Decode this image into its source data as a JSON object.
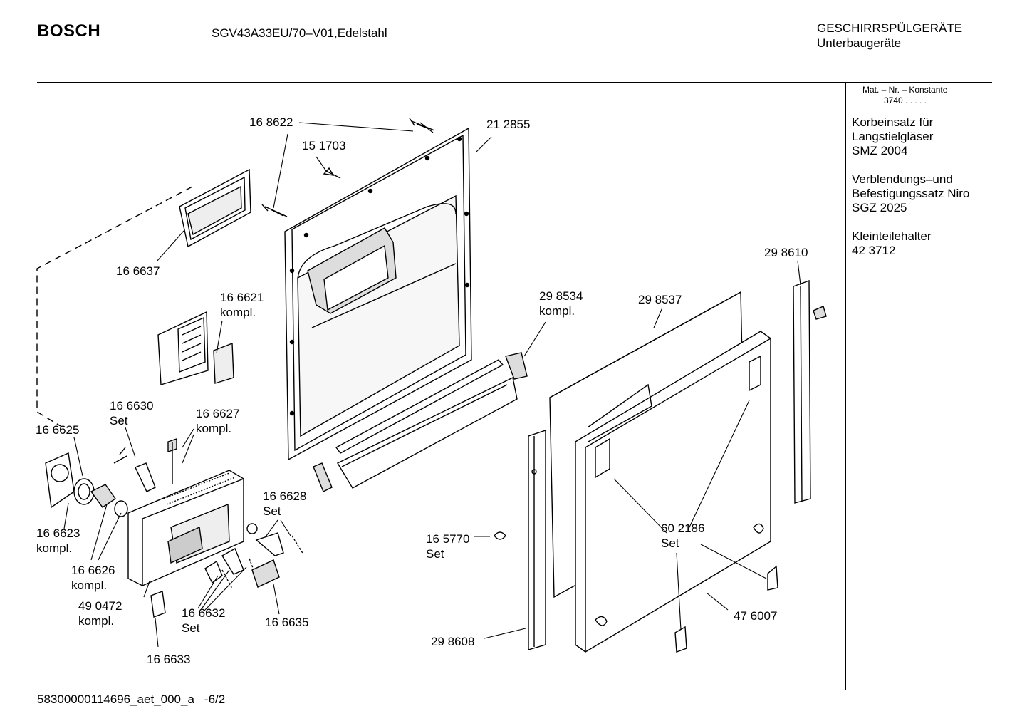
{
  "header": {
    "brand": "BOSCH",
    "model": "SGV43A33EU/70–V01,Edelstahl",
    "category_line1": "GESCHIRRSPÜLGERÄTE",
    "category_line2": "Unterbaugeräte"
  },
  "sidebar": {
    "konstante_label": "Mat. – Nr. – Konstante",
    "konstante_value": "3740  .  .  .  .  .",
    "accessories": [
      {
        "line1": "Korbeinsatz für",
        "line2": "Langstielgläser",
        "line3": "SMZ 2004"
      },
      {
        "line1": "Verblendungs–und",
        "line2": "Befestigungssatz Niro",
        "line3": "SGZ 2025"
      },
      {
        "line1": "Kleinteilehalter",
        "line2": "42 3712"
      }
    ]
  },
  "parts": {
    "p168622": "16 8622",
    "p151703": "15 1703",
    "p212855": "21 2855",
    "p166637": "16 6637",
    "p166621": "16 6621",
    "p166621b": "kompl.",
    "p298534": "29 8534",
    "p298534b": "kompl.",
    "p298537": "29 8537",
    "p298610": "29 8610",
    "p166630": "16 6630",
    "p166630b": "Set",
    "p166627": "16 6627",
    "p166627b": "kompl.",
    "p166625": "16 6625",
    "p166628": "16 6628",
    "p166628b": "Set",
    "p166623": "16 6623",
    "p166623b": "kompl.",
    "p166626": "16 6626",
    "p166626b": "kompl.",
    "p490472": "49 0472",
    "p490472b": "kompl.",
    "p166632": "16 6632",
    "p166632b": "Set",
    "p166635": "16 6635",
    "p166633": "16 6633",
    "p165770": "16 5770",
    "p165770b": "Set",
    "p602186": "60 2186",
    "p602186b": "Set",
    "p476007": "47 6007",
    "p298608": "29 8608"
  },
  "footer": {
    "doc_id": "58300000114696_aet_000_a",
    "page": "-6/2"
  }
}
